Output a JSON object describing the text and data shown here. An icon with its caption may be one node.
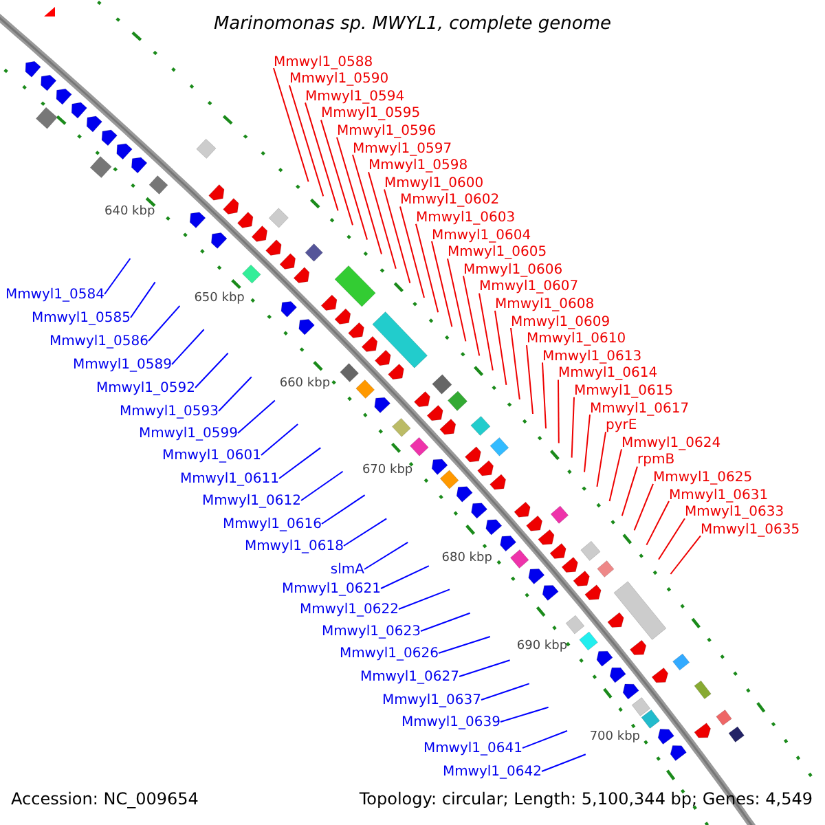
{
  "diagram": {
    "title": "Marinomonas sp. MWYL1, complete genome",
    "nodes": [
      {
        "text": [
          "Mmwyl1_0588"
        ]
      },
      {
        "text": [
          "Mmwyl1_0590"
        ]
      },
      {
        "text": [
          "Mmwyl1_0594"
        ]
      },
      {
        "text": [
          "Mmwyl1_0595"
        ]
      },
      {
        "text": [
          "Mmwyl1_0596"
        ]
      },
      {
        "text": [
          "Mmwyl1_0597"
        ]
      },
      {
        "text": [
          "Mmwyl1_0598"
        ]
      },
      {
        "text": [
          "Mmwyl1_0600"
        ]
      },
      {
        "text": [
          "Mmwyl1_0602"
        ]
      },
      {
        "text": [
          "Mmwyl1_0603"
        ]
      },
      {
        "text": [
          "Mmwyl1_0604"
        ]
      },
      {
        "text": [
          "Mmwyl1_0605"
        ]
      },
      {
        "text": [
          "Mmwyl1_0606"
        ]
      },
      {
        "text": [
          "Mmwyl1_0607"
        ]
      },
      {
        "text": [
          "Mmwyl1_0608"
        ]
      },
      {
        "text": [
          "Mmwyl1_0609"
        ]
      },
      {
        "text": [
          "Mmwyl1_0610"
        ]
      },
      {
        "text": [
          "Mmwyl1_0613"
        ]
      },
      {
        "text": [
          "Mmwyl1_0614"
        ]
      },
      {
        "text": [
          "Mmwyl1_0615"
        ]
      },
      {
        "text": [
          "Mmwyl1_0617"
        ]
      },
      {
        "text": [
          "pyrE"
        ]
      },
      {
        "text": [
          "Mmwyl1_0624"
        ]
      },
      {
        "text": [
          "rpmB"
        ]
      },
      {
        "text": [
          "Mmwyl1_0625"
        ]
      },
      {
        "text": [
          "Mmwyl1_0631"
        ]
      },
      {
        "text": [
          "Mmwyl1_0633"
        ]
      },
      {
        "text": [
          "Mmwyl1_0635"
        ]
      },
      {
        "text": [
          "Mmwyl1_0584"
        ]
      },
      {
        "text": [
          "Mmwyl1_0585"
        ]
      },
      {
        "text": [
          "Mmwyl1_0586"
        ]
      },
      {
        "text": [
          "Mmwyl1_0589"
        ]
      },
      {
        "text": [
          "Mmwyl1_0592"
        ]
      },
      {
        "text": [
          "Mmwyl1_0593"
        ]
      },
      {
        "text": [
          "Mmwyl1_0599"
        ]
      },
      {
        "text": [
          "Mmwyl1_0601"
        ]
      },
      {
        "text": [
          "Mmwyl1_0611"
        ]
      },
      {
        "text": [
          "Mmwyl1_0612"
        ]
      },
      {
        "text": [
          "Mmwyl1_0616"
        ]
      },
      {
        "text": [
          "Mmwyl1_0618"
        ]
      },
      {
        "text": [
          "slmA"
        ]
      },
      {
        "text": [
          "Mmwyl1_0621"
        ]
      },
      {
        "text": [
          "Mmwyl1_0622"
        ]
      },
      {
        "text": [
          "Mmwyl1_0623"
        ]
      },
      {
        "text": [
          "Mmwyl1_0626"
        ]
      },
      {
        "text": [
          "Mmwyl1_0627"
        ]
      },
      {
        "text": [
          "Mmwyl1_0637"
        ]
      },
      {
        "text": [
          "Mmwyl1_0639"
        ]
      },
      {
        "text": [
          "Mmwyl1_0641"
        ]
      },
      {
        "text": [
          "Mmwyl1_0642"
        ]
      }
    ],
    "edges": [
      {
        "from": 0,
        "to": null,
        "arrow": "none"
      },
      {
        "from": 1,
        "to": null,
        "arrow": "none"
      },
      {
        "from": 2,
        "to": null,
        "arrow": "none"
      },
      {
        "from": 3,
        "to": null,
        "arrow": "none"
      },
      {
        "from": 4,
        "to": null,
        "arrow": "none"
      },
      {
        "from": 5,
        "to": null,
        "arrow": "none"
      },
      {
        "from": 6,
        "to": null,
        "arrow": "none"
      },
      {
        "from": 7,
        "to": null,
        "arrow": "none"
      },
      {
        "from": 8,
        "to": null,
        "arrow": "none"
      },
      {
        "from": 9,
        "to": null,
        "arrow": "none"
      },
      {
        "from": 10,
        "to": null,
        "arrow": "none"
      },
      {
        "from": 11,
        "to": null,
        "arrow": "none"
      },
      {
        "from": 12,
        "to": null,
        "arrow": "none"
      },
      {
        "from": 13,
        "to": null,
        "arrow": "none"
      },
      {
        "from": 14,
        "to": null,
        "arrow": "none"
      },
      {
        "from": 15,
        "to": null,
        "arrow": "none"
      },
      {
        "from": 16,
        "to": null,
        "arrow": "none"
      },
      {
        "from": 17,
        "to": null,
        "arrow": "none"
      },
      {
        "from": 18,
        "to": null,
        "arrow": "none"
      },
      {
        "from": 19,
        "to": null,
        "arrow": "none"
      },
      {
        "from": 20,
        "to": null,
        "arrow": "none"
      },
      {
        "from": 21,
        "to": null,
        "arrow": "none"
      },
      {
        "from": 22,
        "to": null,
        "arrow": "none"
      },
      {
        "from": 23,
        "to": null,
        "arrow": "none"
      },
      {
        "from": 24,
        "to": null,
        "arrow": "none"
      },
      {
        "from": 25,
        "to": null,
        "arrow": "none"
      },
      {
        "from": 26,
        "to": null,
        "arrow": "none"
      },
      {
        "from": 27,
        "to": null,
        "arrow": "none"
      },
      {
        "from": 28,
        "to": null,
        "arrow": "none",
        "color": "#0000ff"
      },
      {
        "from": 29,
        "to": null,
        "arrow": "none",
        "color": "#0000ff"
      },
      {
        "from": 30,
        "to": null,
        "arrow": "none",
        "color": "#0000ff"
      },
      {
        "from": 31,
        "to": null,
        "arrow": "none",
        "color": "#0000ff"
      },
      {
        "from": 32,
        "to": null,
        "arrow": "none",
        "color": "#0000ff"
      },
      {
        "from": 33,
        "to": null,
        "arrow": "none",
        "color": "#0000ff"
      },
      {
        "from": 34,
        "to": null,
        "arrow": "none",
        "color": "#0000ff"
      },
      {
        "from": 35,
        "to": null,
        "arrow": "none",
        "color": "#0000ff"
      },
      {
        "from": 36,
        "to": null,
        "arrow": "none",
        "color": "#0000ff"
      },
      {
        "from": 37,
        "to": null,
        "arrow": "none",
        "color": "#0000ff"
      },
      {
        "from": 38,
        "to": null,
        "arrow": "none",
        "color": "#0000ff"
      },
      {
        "from": 39,
        "to": null,
        "arrow": "none",
        "color": "#0000ff"
      },
      {
        "from": 40,
        "to": null,
        "arrow": "none",
        "color": "#0000ff"
      },
      {
        "from": 41,
        "to": null,
        "arrow": "none",
        "color": "#0000ff"
      },
      {
        "from": 42,
        "to": null,
        "arrow": "none",
        "color": "#0000ff"
      },
      {
        "from": 43,
        "to": null,
        "arrow": "none",
        "color": "#0000ff"
      },
      {
        "from": 44,
        "to": null,
        "arrow": "none",
        "color": "#0000ff"
      },
      {
        "from": 45,
        "to": null,
        "arrow": "none",
        "color": "#0000ff"
      },
      {
        "from": 46,
        "to": null,
        "arrow": "none",
        "color": "#0000ff"
      },
      {
        "from": 47,
        "to": null,
        "arrow": "none",
        "color": "#0000ff"
      },
      {
        "from": 48,
        "to": null,
        "arrow": "none",
        "color": "#0000ff"
      },
      {
        "from": 49,
        "to": null,
        "arrow": "none",
        "color": "#0000ff"
      }
    ],
    "labels": [
      "640 kbp",
      "650 kbp",
      "660 kbp",
      "670 kbp",
      "680 kbp",
      "690 kbp",
      "700 kbp",
      "Accession: NC_009654",
      "Topology: circular; Length: 5,100,344 bp; Genes: 4,549"
    ]
  }
}
